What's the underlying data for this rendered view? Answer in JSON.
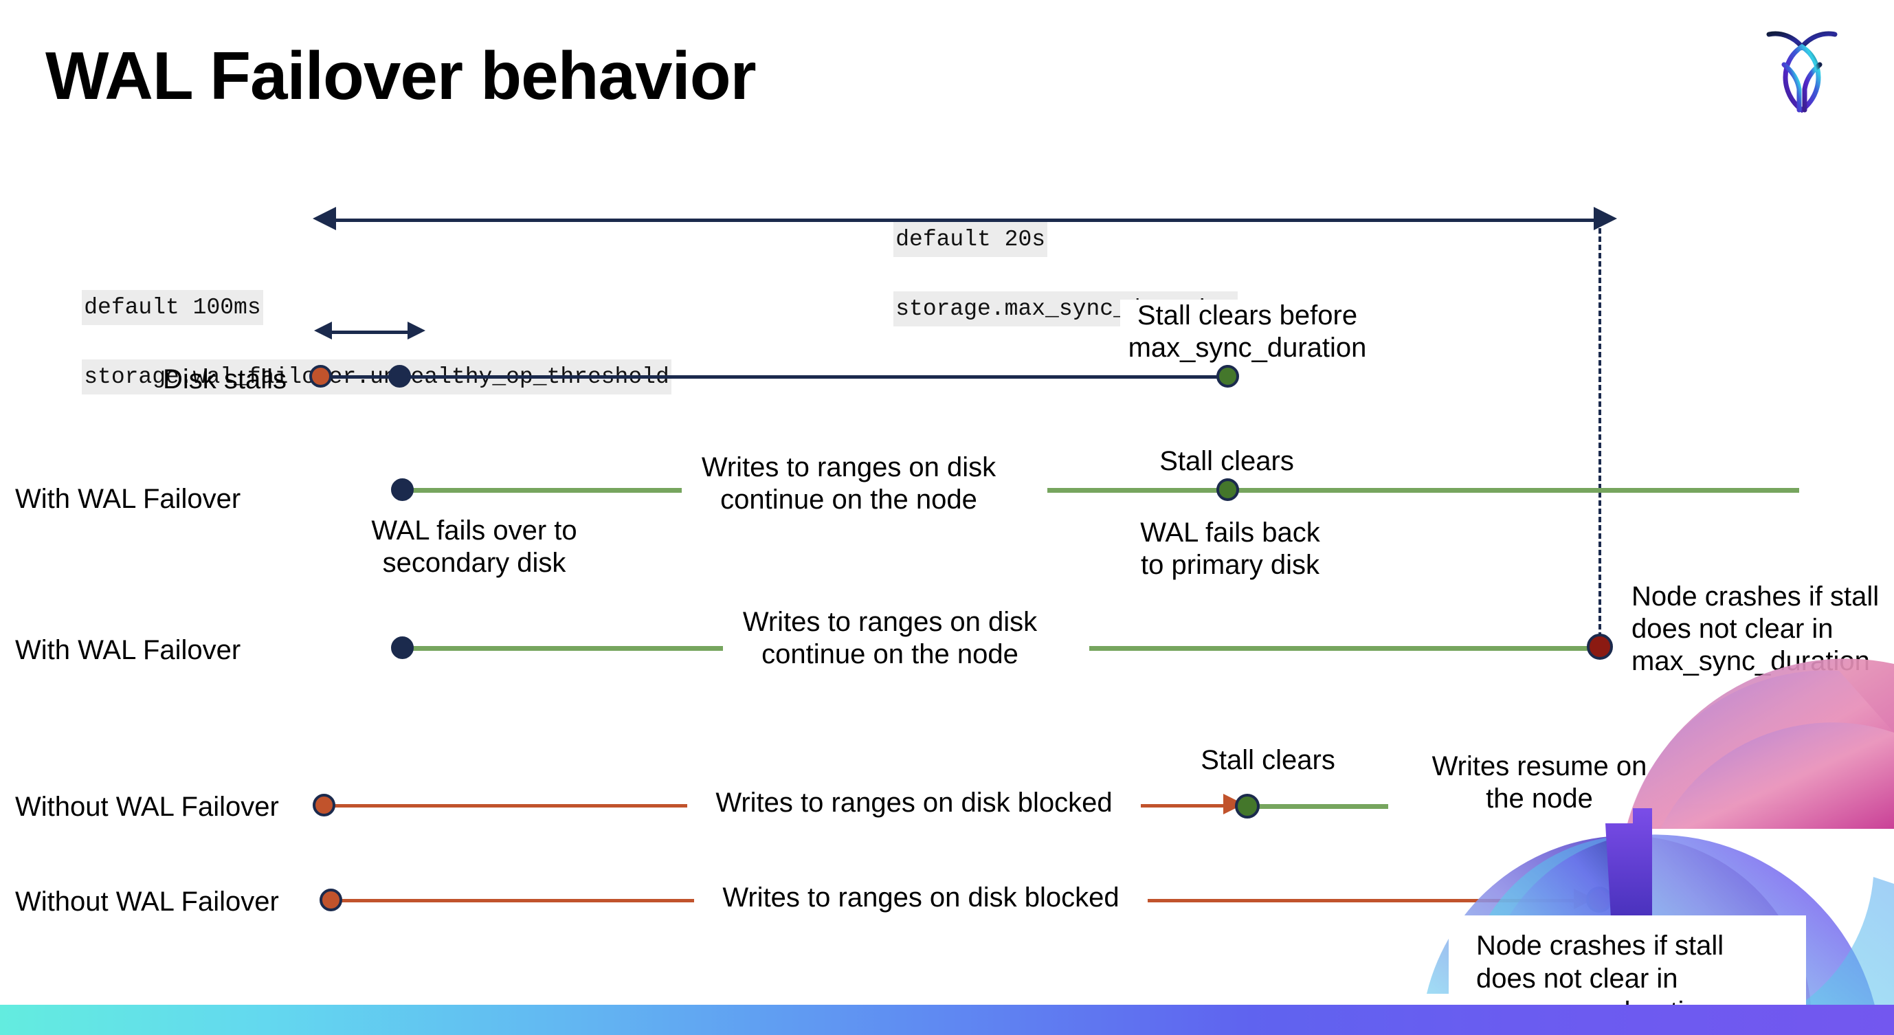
{
  "slide": {
    "title": "WAL Failover behavior",
    "logo_name": "cockroachdb-logo"
  },
  "settings": {
    "max_sync": {
      "default": "default 20s",
      "name": "storage.max_sync_duration"
    },
    "unhealthy_threshold": {
      "default": "default 100ms",
      "name": "storage.wal_failover.unhealthy_op_threshold"
    }
  },
  "rows": [
    {
      "label": "Disk stalls",
      "notes": [
        "Stall clears before\nmax_sync_duration"
      ]
    },
    {
      "label": "With WAL Failover",
      "notes": [
        "Writes to ranges on disk\ncontinue on the node",
        "Stall clears",
        "WAL fails over to\nsecondary disk",
        "WAL fails  back\nto primary disk"
      ]
    },
    {
      "label": "With WAL Failover",
      "notes": [
        "Writes to ranges on disk\ncontinue on the node",
        "Node crashes if stall\ndoes not clear in\nmax_sync_duration"
      ]
    },
    {
      "label": "Without WAL Failover",
      "notes": [
        "Writes to ranges on disk  blocked",
        "Stall clears",
        "Writes resume on\nthe node"
      ]
    },
    {
      "label": "Without WAL Failover",
      "notes": [
        "Writes to ranges on disk  blocked",
        "Node crashes if stall\ndoes not clear in\nmax_sync_duration"
      ]
    }
  ],
  "colors": {
    "navy": "#1b2a4d",
    "green_line": "#76a55e",
    "green_dot": "#44772b",
    "orange": "#c1532c",
    "red_dot": "#8b1a12",
    "chip_bg": "#ececec",
    "band_start": "#63ecdf",
    "band_end": "#7357ef"
  }
}
